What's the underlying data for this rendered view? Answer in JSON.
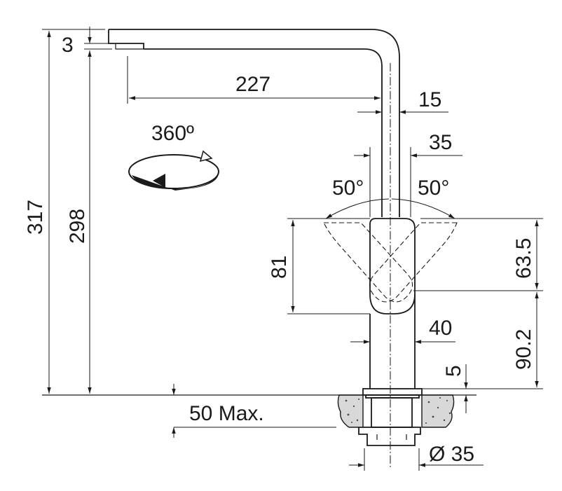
{
  "diagram": {
    "colors": {
      "line": "#1a1a1a",
      "background": "#ffffff",
      "stone": "#d8d8d8"
    },
    "dimensions": {
      "height_total": "317",
      "height_spout": "298",
      "spout_lip": "3",
      "reach": "227",
      "spout_offset": "15",
      "body_width_top": "35",
      "angle_left": "50°",
      "angle_right": "50°",
      "lever_height": "81",
      "lever_top": "63.5",
      "body_lower": "90.2",
      "base_width": "40",
      "base_step": "5",
      "worktop_max": "50 Max.",
      "hole_diameter": "Ø 35",
      "rotation": "360º"
    }
  }
}
